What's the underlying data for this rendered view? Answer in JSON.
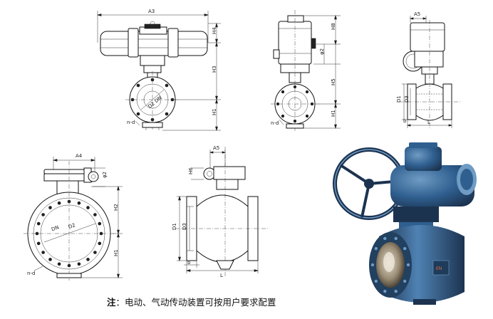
{
  "labels": {
    "a3": "A3",
    "h4": "H4",
    "h3": "H3",
    "h1_a": "H1",
    "nd_a": "n-d",
    "d2dn_a": "D2 DN",
    "h8": "H8",
    "phi2_b": "φ2",
    "h5": "H5",
    "h1_b": "H1",
    "nd_b": "n-d",
    "a5_c": "A5",
    "d1_c": "D1",
    "d3_c": "D3",
    "b_c": "b",
    "l_c": "L",
    "a4": "A4",
    "phi2_d": "φ2",
    "h2": "H2",
    "h1_d": "H1",
    "dn_d": "DN",
    "d2_d": "D2",
    "nd_d": "n-d",
    "a5_e": "A5",
    "h6": "H6",
    "d1_e": "D1",
    "d3_e": "D3",
    "b_e": "b",
    "l_e": "L"
  },
  "note": {
    "prefix": "注",
    "text": "：电动、气动传动装置可按用户要求配置"
  },
  "photo": {
    "nameplate": "EN"
  },
  "colors": {
    "ink": "#222222",
    "valve_blue": "#2f5f8f",
    "valve_dark": "#1c3350",
    "valve_light": "#6f9bc4"
  }
}
